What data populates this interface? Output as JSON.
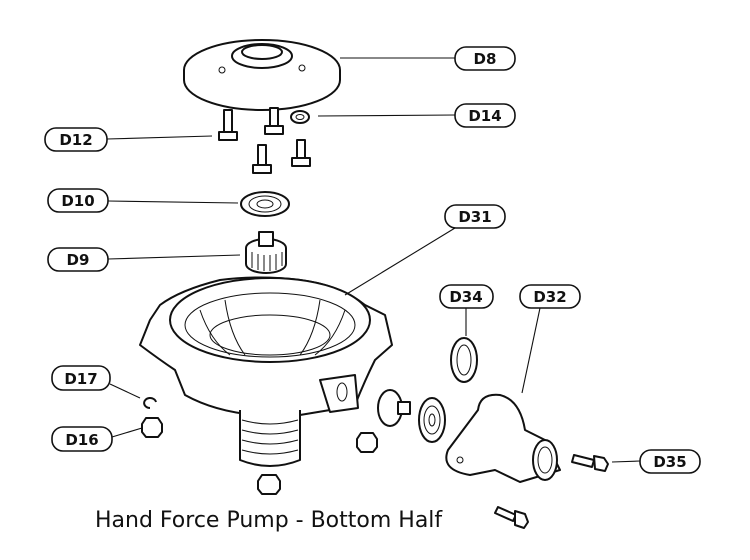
{
  "diagram": {
    "caption": "Hand Force Pump - Bottom Half",
    "labels": {
      "d8": "D8",
      "d14": "D14",
      "d12": "D12",
      "d10": "D10",
      "d31": "D31",
      "d9": "D9",
      "d34": "D34",
      "d32": "D32",
      "d17": "D17",
      "d16": "D16",
      "d35": "D35"
    }
  }
}
